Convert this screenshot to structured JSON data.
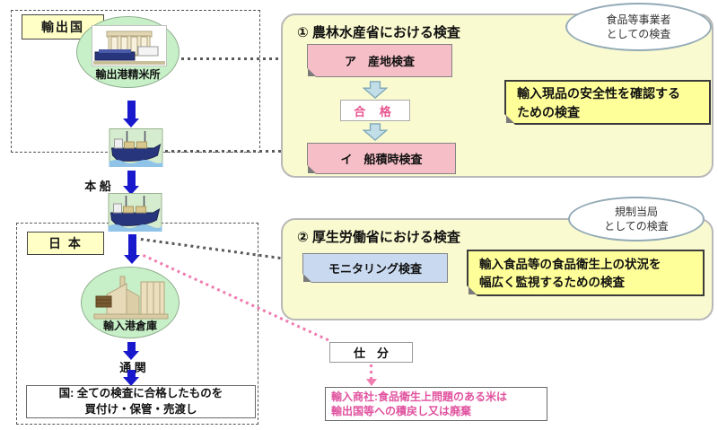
{
  "diagram": {
    "export_region": {
      "label": "輸出国",
      "mill_label": "輸出港精米所"
    },
    "vessel_label": "本 船",
    "japan_region": {
      "label": "日 本",
      "warehouse_label": "輸入港倉庫",
      "customs_label": "通 関",
      "purchase_line1": "国: 全ての検査に合格したものを",
      "purchase_line2": "買付け・保管・売渡し"
    },
    "maff_panel": {
      "title": "① 農林水産省における検査",
      "badge_line1": "食品等事業者",
      "badge_line2": "としての検査",
      "step_a": "ア　産地検査",
      "pass_label": "合 格",
      "step_b": "イ　船積時検査",
      "note_line1": "輸入現品の安全性を確認する",
      "note_line2": "ための検査"
    },
    "mhlw_panel": {
      "title": "② 厚生労働省における検査",
      "badge_line1": "規制当局",
      "badge_line2": "としての検査",
      "monitoring_label": "モニタリング検査",
      "note_line1": "輸入食品等の食品衛生上の状況を",
      "note_line2": "幅広く監視するための検査"
    },
    "sorting": {
      "label": "仕　分",
      "note_line1": "輸入商社:食品衛生上問題のある米は",
      "note_line2": "輸出国等への積戻し又は廃棄"
    }
  },
  "icons": {
    "mill": "rice-mill-illustration",
    "ship": "cargo-ship-illustration",
    "warehouse": "warehouse-illustration"
  },
  "colors": {
    "flow_arrow_blue": "#1818CC",
    "panel_yellow": "#FAFAD0",
    "note_yellow": "#FFFF99",
    "process_pink": "#F6BEC6",
    "monitoring_blue": "#C9DAF0",
    "site_green": "#C8F0C8",
    "highlight_pink": "#E0519E"
  }
}
